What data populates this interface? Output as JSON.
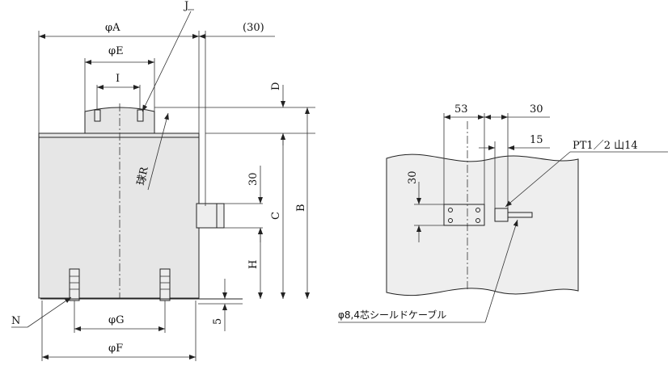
{
  "front_view": {
    "dim_a": "φA",
    "dim_e": "φE",
    "dim_i": "I",
    "dim_j": "J",
    "dim_30_top": "(30)",
    "dim_d": "D",
    "dim_b": "B",
    "dim_c": "C",
    "dim_h": "H",
    "dim_30_side": "30",
    "dim_r": "球R",
    "dim_n": "N",
    "dim_g": "φG",
    "dim_f": "φF",
    "dim_5": "5"
  },
  "side_view": {
    "dim_53": "53",
    "dim_30_top": "30",
    "dim_15": "15",
    "dim_30_left": "30",
    "thread_label": "PT1／2 山14",
    "cable_label": "φ8,4芯シールドケーブル"
  }
}
